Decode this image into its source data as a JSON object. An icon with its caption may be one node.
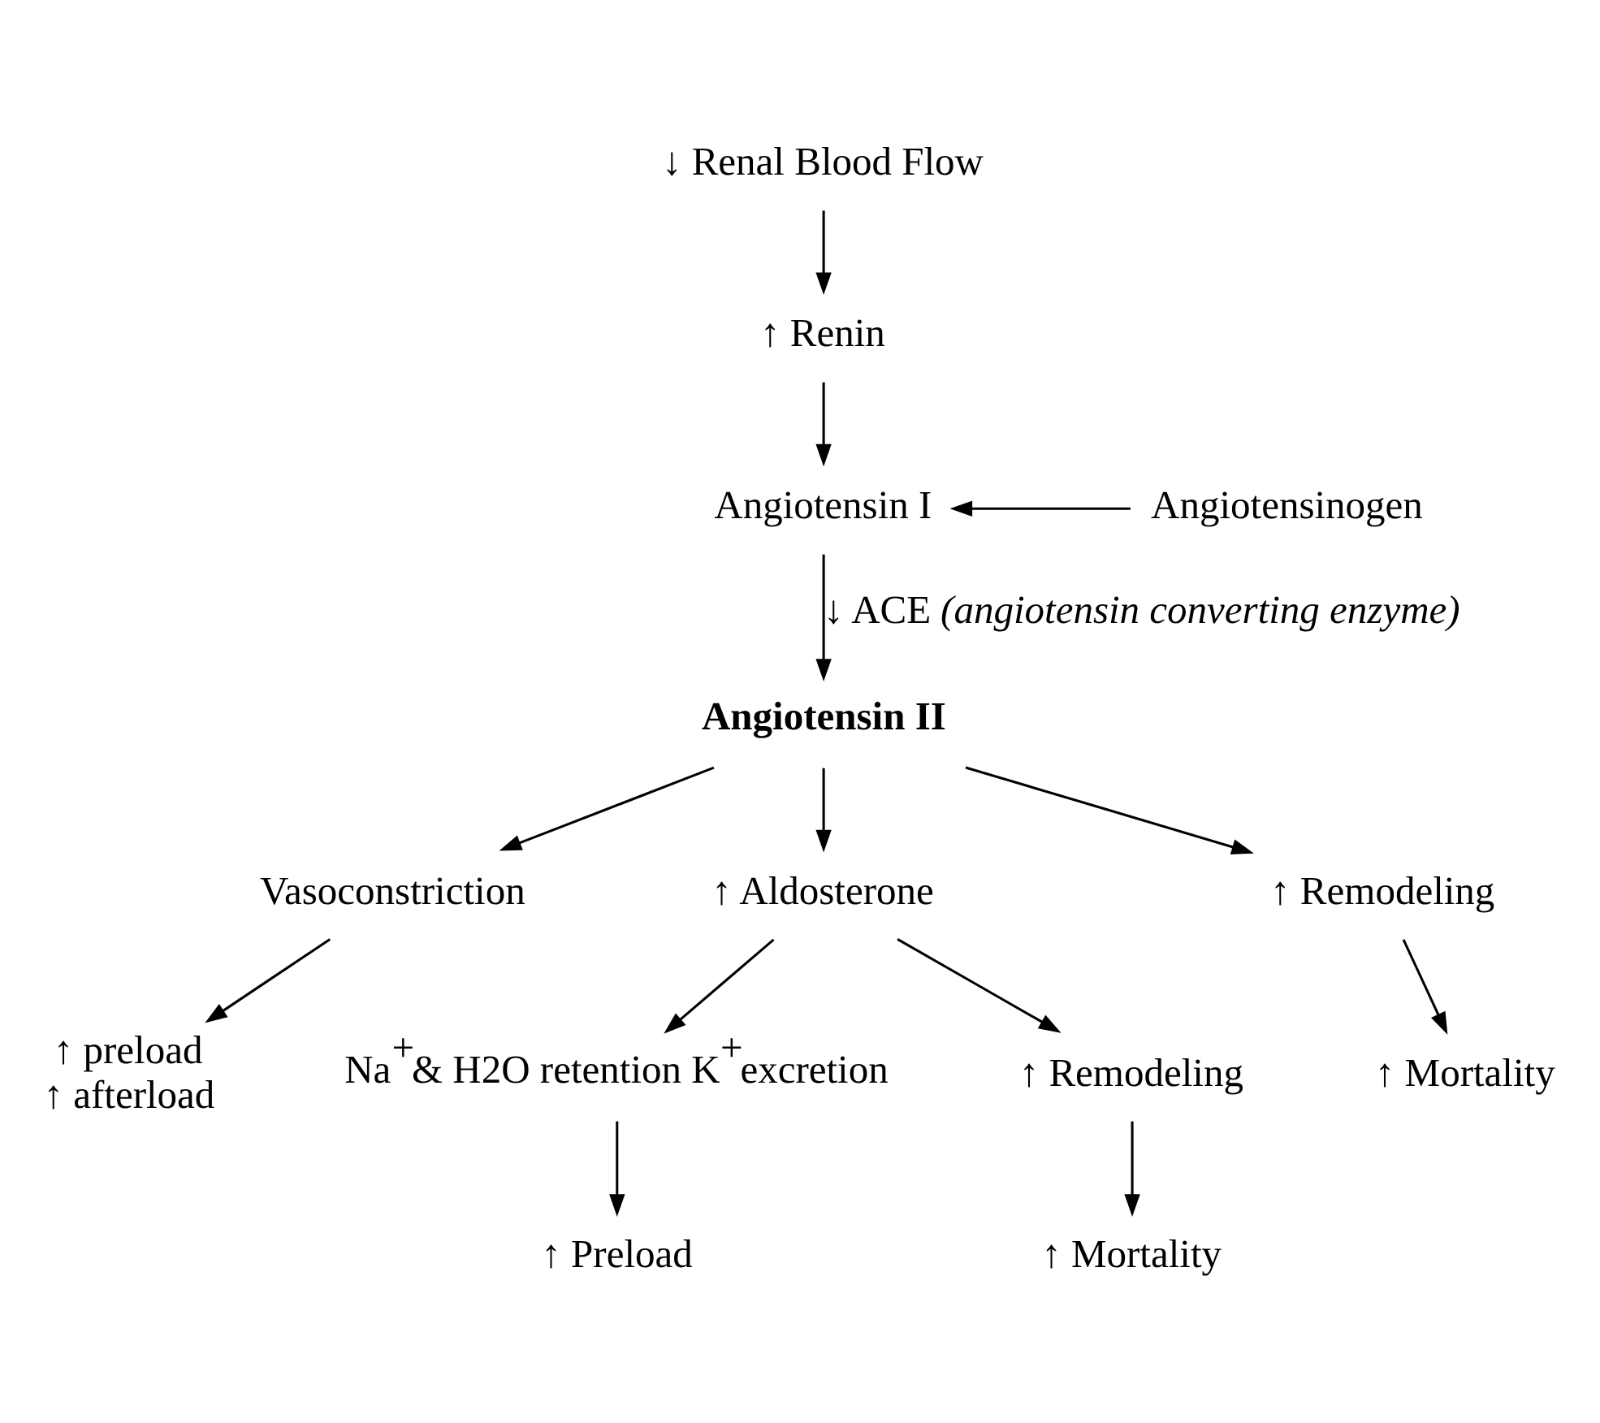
{
  "diagram": {
    "nodes": [
      {
        "text": [
          "↓ Renal Blood Flow"
        ]
      },
      {
        "text": [
          "↑ Renin"
        ]
      },
      {
        "text": [
          "Angiotensin I"
        ]
      },
      {
        "text": [
          "Angiotensinogen"
        ]
      },
      {
        "text": [
          "Angiotensin II"
        ]
      },
      {
        "text": [
          "Vasoconstriction"
        ]
      },
      {
        "text": [
          "↑ Aldosterone"
        ]
      },
      {
        "text": [
          "↑ Remodeling"
        ]
      },
      {
        "text": [
          "↑ preload",
          "↑ afterload"
        ]
      },
      {
        "text": [
          "↑ Mortality"
        ]
      },
      {
        "text": [
          "Na$^{+}$& H2O retention K$^{+}$excretion"
        ]
      },
      {
        "text": [
          "↑ Remodeling"
        ]
      },
      {
        "text": [
          "↑ Mortality"
        ]
      },
      {
        "text": [
          "↑ Preload"
        ]
      }
    ],
    "edges": [
      {
        "from": 0,
        "to": 1,
        "arrow": "to"
      },
      {
        "from": 1,
        "to": 2,
        "arrow": "to"
      },
      {
        "from": 3,
        "to": 2,
        "arrow": "to"
      },
      {
        "from": 2,
        "to": 4,
        "arrow": "to",
        "label": "↓ ACE *(angiotensin converting enzyme)*"
      },
      {
        "from": 4,
        "to": 5,
        "arrow": "to"
      },
      {
        "from": 4,
        "to": 6,
        "arrow": "to"
      },
      {
        "from": 4,
        "to": 7,
        "arrow": "to"
      },
      {
        "from": 5,
        "to": 8,
        "arrow": "to"
      },
      {
        "from": 7,
        "to": 9,
        "arrow": "to"
      },
      {
        "from": 6,
        "to": 10,
        "arrow": "to"
      },
      {
        "from": 6,
        "to": 11,
        "arrow": "to"
      },
      {
        "from": 10,
        "to": 13,
        "arrow": "to"
      },
      {
        "from": 11,
        "to": 12,
        "arrow": "to"
      }
    ]
  }
}
